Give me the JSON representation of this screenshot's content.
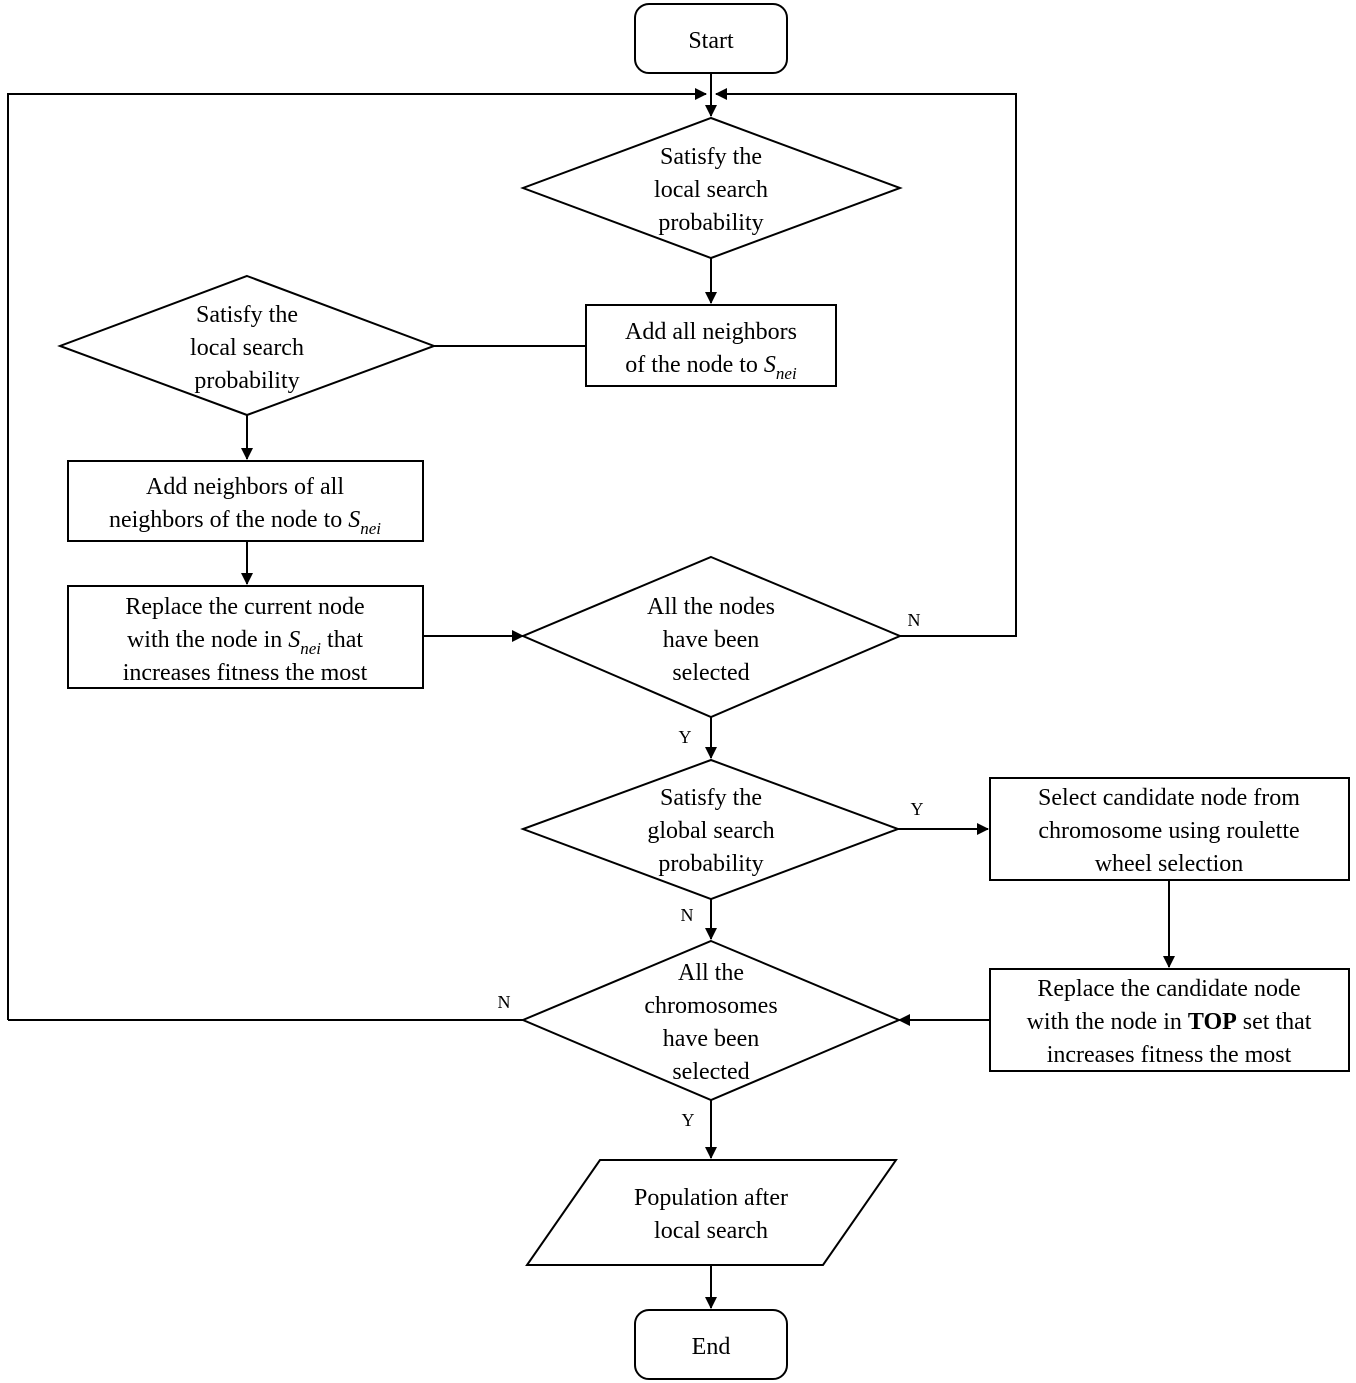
{
  "nodes": {
    "start": "Start",
    "d1": [
      "Satisfy the",
      "local search",
      "probability"
    ],
    "p1": {
      "line1": "Add all neighbors",
      "line2_prefix": "of the node to ",
      "symbol": "S",
      "subscript": "nei"
    },
    "d2": [
      "Satisfy the",
      "local search",
      "probability"
    ],
    "p2": {
      "line1": "Add neighbors of all",
      "line2_prefix": "neighbors of the node to ",
      "symbol": "S",
      "subscript": "nei"
    },
    "p3": {
      "line1": "Replace the current node",
      "line2_prefix": "with the node in ",
      "symbol": "S",
      "subscript": "nei",
      "line2_suffix": " that",
      "line3": "increases fitness the most"
    },
    "d3": [
      "All the nodes",
      "have been",
      "selected"
    ],
    "d4": [
      "Satisfy the",
      "global search",
      "probability"
    ],
    "p4": [
      "Select candidate node from",
      "chromosome using roulette",
      "wheel selection"
    ],
    "p5": {
      "line1": "Replace the candidate node",
      "line2_prefix": "with the node in ",
      "bold": "TOP",
      "line2_suffix": " set that",
      "line3": "increases fitness the most"
    },
    "d5": [
      "All the",
      "chromosomes",
      "have been",
      "selected"
    ],
    "io": [
      "Population after",
      "local search"
    ],
    "end": "End"
  },
  "edge_labels": {
    "d3_no": "N",
    "d3_yes": "Y",
    "d4_yes": "Y",
    "d4_no": "N",
    "d5_no": "N",
    "d5_yes": "Y"
  }
}
